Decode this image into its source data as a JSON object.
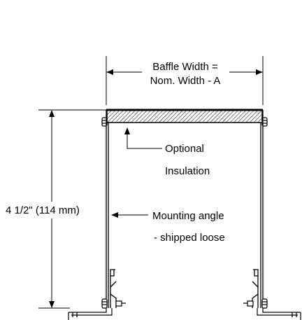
{
  "labels": {
    "baffle_width_line1": "Baffle Width =",
    "baffle_width_line2": "Nom. Width - A",
    "insulation_line1": "Optional",
    "insulation_line2": "Insulation",
    "height_dimension": "4 1/2\" (114 mm)",
    "mounting_line1": "Mounting angle",
    "mounting_line2": "- shipped loose"
  },
  "colors": {
    "line": "#000000",
    "background": "#ffffff"
  }
}
